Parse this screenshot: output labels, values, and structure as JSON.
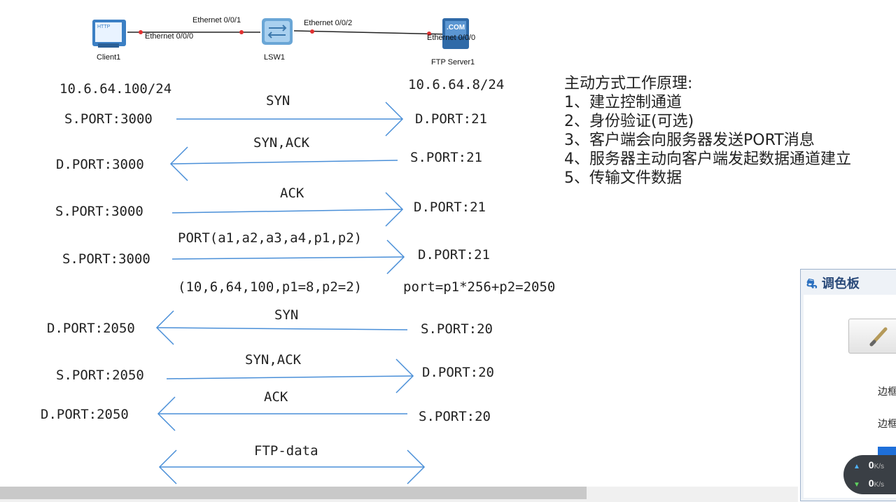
{
  "topology": {
    "client_name": "Client1",
    "client_icon_text": "HTTP",
    "switch_name": "LSW1",
    "server_name": "FTP Server1",
    "server_icon_text": ".COM",
    "port_client": "Ethernet 0/0/0",
    "port_switch_1": "Ethernet 0/0/1",
    "port_switch_2": "Ethernet 0/0/2",
    "port_server": "Ethernet 0/0/0"
  },
  "flow": {
    "client_ip": "10.6.64.100/24",
    "server_ip": "10.6.64.8/24",
    "steps": [
      {
        "label": "SYN",
        "left": "S.PORT:3000",
        "right": "D.PORT:21",
        "direction": "right"
      },
      {
        "label": "SYN,ACK",
        "left": "D.PORT:3000",
        "right": "S.PORT:21",
        "direction": "left"
      },
      {
        "label": "ACK",
        "left": "S.PORT:3000",
        "right": "D.PORT:21",
        "direction": "right"
      },
      {
        "label": "PORT(a1,a2,a3,a4,p1,p2)",
        "left": "S.PORT:3000",
        "right": "D.PORT:21",
        "direction": "right"
      },
      {
        "label": "SYN",
        "left": "D.PORT:2050",
        "right": "S.PORT:20",
        "direction": "left"
      },
      {
        "label": "SYN,ACK",
        "left": "S.PORT:2050",
        "right": "D.PORT:20",
        "direction": "right"
      },
      {
        "label": "ACK",
        "left": "D.PORT:2050",
        "right": "S.PORT:20",
        "direction": "left"
      },
      {
        "label": "FTP-data",
        "left": "",
        "right": "",
        "direction": "both"
      }
    ],
    "port_example": "(10,6,64,100,p1=8,p2=2)",
    "port_formula": "port=p1*256+p2=2050"
  },
  "notes": {
    "title": "主动方式工作原理:",
    "items": [
      "1、建立控制通道",
      "2、身份验证(可选)",
      "3、客户端会向服务器发送PORT消息",
      "4、服务器主动向客户端发起数据通道建立",
      "5、传输文件数据"
    ]
  },
  "palette": {
    "title": "调色板",
    "label_1": "边框",
    "label_2": "边框"
  },
  "speed": {
    "up_value": "0",
    "down_value": "0",
    "unit": "K/s"
  },
  "colors": {
    "arrow": "#4a8fd8",
    "link_dot": "#e03030",
    "palette_accent": "#1e6fd9"
  }
}
